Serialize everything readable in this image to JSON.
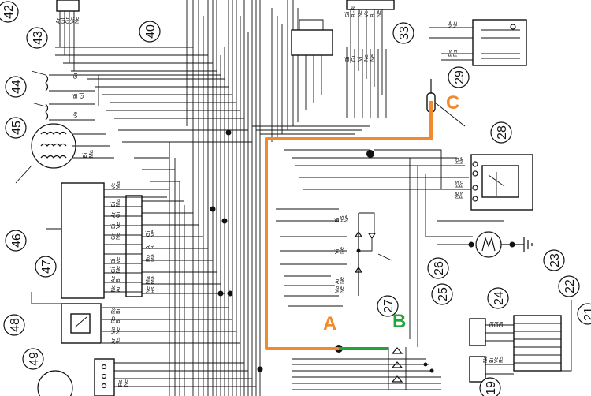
{
  "reference_numbers": [
    "42",
    "43",
    "40",
    "33",
    "29",
    "28",
    "44",
    "45",
    "46",
    "47",
    "23",
    "26",
    "25",
    "24",
    "27",
    "22",
    "21",
    "48",
    "49",
    "19"
  ],
  "route_markers": {
    "a": "A",
    "b": "B",
    "c": "C"
  },
  "colors": {
    "route_a": "#f08a2c",
    "route_b": "#23a33a",
    "route_c": "#f08a2c",
    "wire": "#111111"
  },
  "wire_labels": {
    "top_left": [
      "Ar",
      "Gi",
      "Gr",
      "Ve",
      "Ne"
    ],
    "top_center": [
      "Gi",
      "Bi-Bl",
      "Ne",
      "Ve",
      "Bi",
      "Ne"
    ],
    "top_center2": [
      "Bi",
      "Gi",
      "Vi",
      "Ne",
      "Ne"
    ],
    "relay_top": [
      "Ne",
      "Ne",
      "Rs",
      "Rs"
    ],
    "item44": [
      "Gr",
      "Bi",
      "Gi",
      "Ve"
    ],
    "item46": [
      "Bi",
      "Ma"
    ],
    "item47_right": [
      "Ve",
      "Ma",
      "Bi",
      "Ma",
      "Ar",
      "Gi",
      "Bi",
      "Ve",
      "Gr",
      "Ne",
      "Gi",
      "Ve",
      "Ar",
      "Bi",
      "Ro",
      "Ma",
      "Bi",
      "Ve",
      "Gi",
      "Ne",
      "Az",
      "Bi",
      "Ne",
      "Ar",
      "Ma",
      "Ma",
      "Ne",
      "Rs"
    ],
    "center": [
      "Bi",
      "Rs",
      "Ne",
      "Vi",
      "Ne",
      "Ar",
      "Ne",
      "Ma",
      "Ne"
    ],
    "item23": [
      "Rs",
      "Ne",
      "Rs",
      "Ro",
      "Ne",
      "Rs"
    ],
    "item21": [
      "Gi",
      "Gi",
      "Gi",
      "Ne",
      "Bi",
      "Ve",
      "Rs"
    ],
    "item48": [
      "Ro",
      "Bi",
      "Ro",
      "Bi",
      "Ma",
      "Ne",
      "Ar",
      "Rs"
    ],
    "item19": [
      "Rs",
      "Ne"
    ]
  }
}
